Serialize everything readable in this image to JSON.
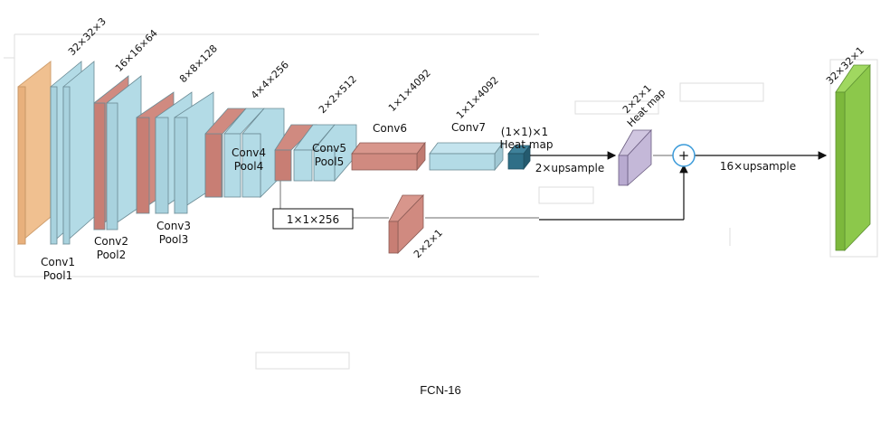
{
  "caption": "FCN-16",
  "colors": {
    "input": "#f0c090",
    "conv": "#b3dbe6",
    "pool": "#d08a80",
    "heatmap_dark": "#2f6f87",
    "heatmap_purple": "#c4b8d8",
    "output": "#8cc84b",
    "plus": "#3a9ad9"
  },
  "layers": {
    "input_dims": "32×32×3",
    "conv1_dims": "32×32×3",
    "conv2_dims": "16×16×64",
    "conv3_dims": "8×8×128",
    "conv4_dims": "4×4×256",
    "conv5_dims": "2×2×512",
    "conv6_dims": "1×1×4092",
    "conv7_dims": "1×1×4092",
    "heatmap1_dims": "(1×1)×1",
    "heatmap1_label": "Heat map",
    "heatmap2_dims": "2×2×1",
    "heatmap2_label": "Heat map",
    "skip_dims": "2×2×1",
    "output_dims": "32×32×1"
  },
  "labels": {
    "conv1": "Conv1",
    "pool1": "Pool1",
    "conv2": "Conv2",
    "pool2": "Pool2",
    "conv3": "Conv3",
    "pool3": "Pool3",
    "conv4": "Conv4",
    "pool4": "Pool4",
    "conv5": "Conv5",
    "pool5": "Pool5",
    "conv6": "Conv6",
    "conv7": "Conv7",
    "skip_box": "1×1×256",
    "upsample2": "2×upsample",
    "upsample16": "16×upsample",
    "plus": "+"
  }
}
